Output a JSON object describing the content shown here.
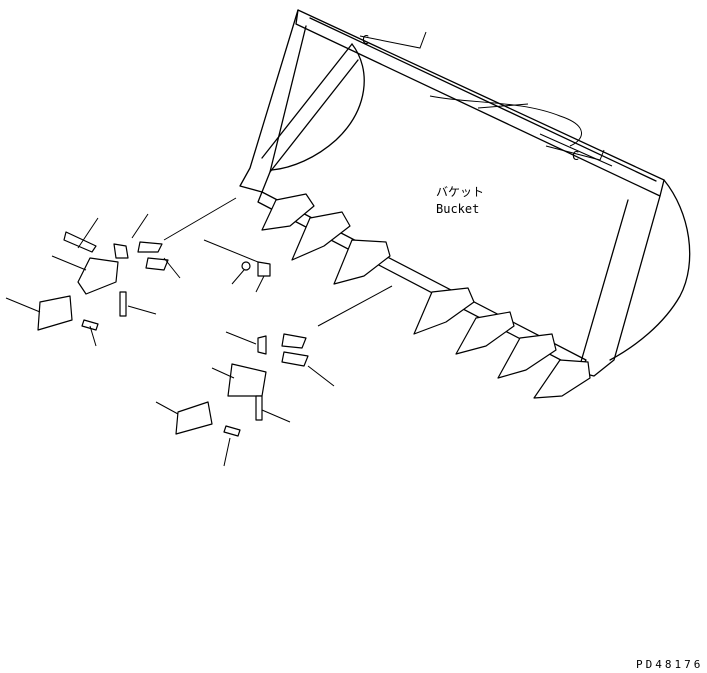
{
  "bucket_label": {
    "jp": "バケット",
    "en": "Bucket"
  },
  "drawing_number": "PD48176",
  "colors": {
    "line": "#000000",
    "background": "#ffffff"
  }
}
